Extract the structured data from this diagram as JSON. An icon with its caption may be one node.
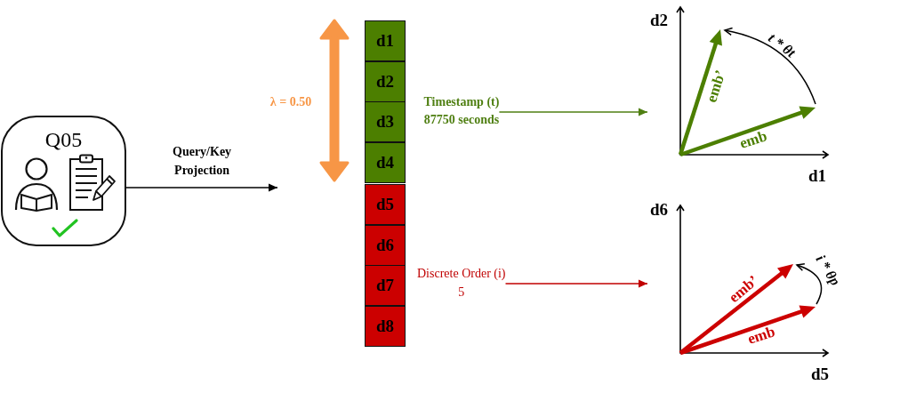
{
  "diagram": {
    "nodes": [
      {
        "text": [
          "Q05"
        ]
      },
      {
        "text": [
          "d1"
        ]
      },
      {
        "text": [
          "d2"
        ]
      },
      {
        "text": [
          "d3"
        ]
      },
      {
        "text": [
          "d4"
        ]
      },
      {
        "text": [
          "d5"
        ]
      },
      {
        "text": [
          "d6"
        ]
      },
      {
        "text": [
          "d7"
        ]
      },
      {
        "text": [
          "d8"
        ]
      },
      {
        "text": [
          "Timestamp (t)",
          "87750 seconds"
        ]
      },
      {
        "text": [],
        "shape": "picture"
      },
      {
        "text": [
          "Discrete Order (i)",
          "5"
        ]
      },
      {
        "text": [],
        "shape": "picture"
      }
    ],
    "edges": [
      {
        "from": 0,
        "to": null,
        "arrow": "to",
        "label": "Query/Key Projection"
      },
      {
        "from": 9,
        "to": 10,
        "arrow": "to",
        "color": "#4f7f12"
      },
      {
        "from": 11,
        "to": 12,
        "arrow": "to",
        "color": "#c00000"
      }
    ],
    "labels": [
      "λ = 0.50",
      "d2",
      "t * θt",
      "emb’",
      "emb",
      "d1",
      "d6",
      "i * θp",
      "emb’",
      "emb",
      "d5"
    ]
  }
}
